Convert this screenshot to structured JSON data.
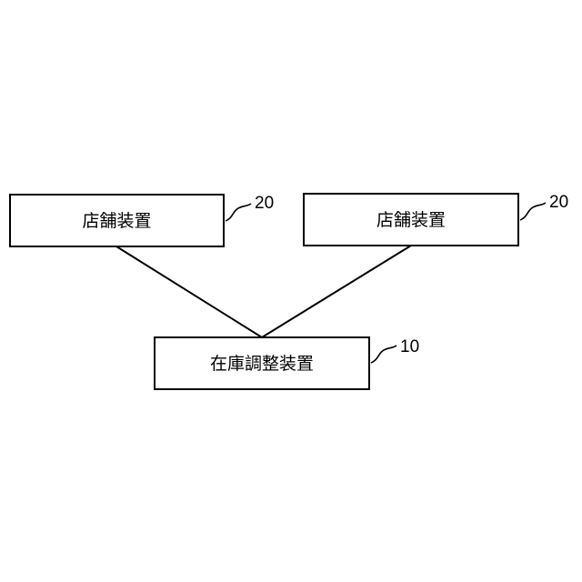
{
  "nodes": {
    "store_left": {
      "label": "店舗装置",
      "ref": "20"
    },
    "store_right": {
      "label": "店舗装置",
      "ref": "20"
    },
    "inventory": {
      "label": "在庫調整装置",
      "ref": "10"
    }
  },
  "edges": [
    {
      "from": "store_left",
      "to": "inventory"
    },
    {
      "from": "store_right",
      "to": "inventory"
    }
  ]
}
